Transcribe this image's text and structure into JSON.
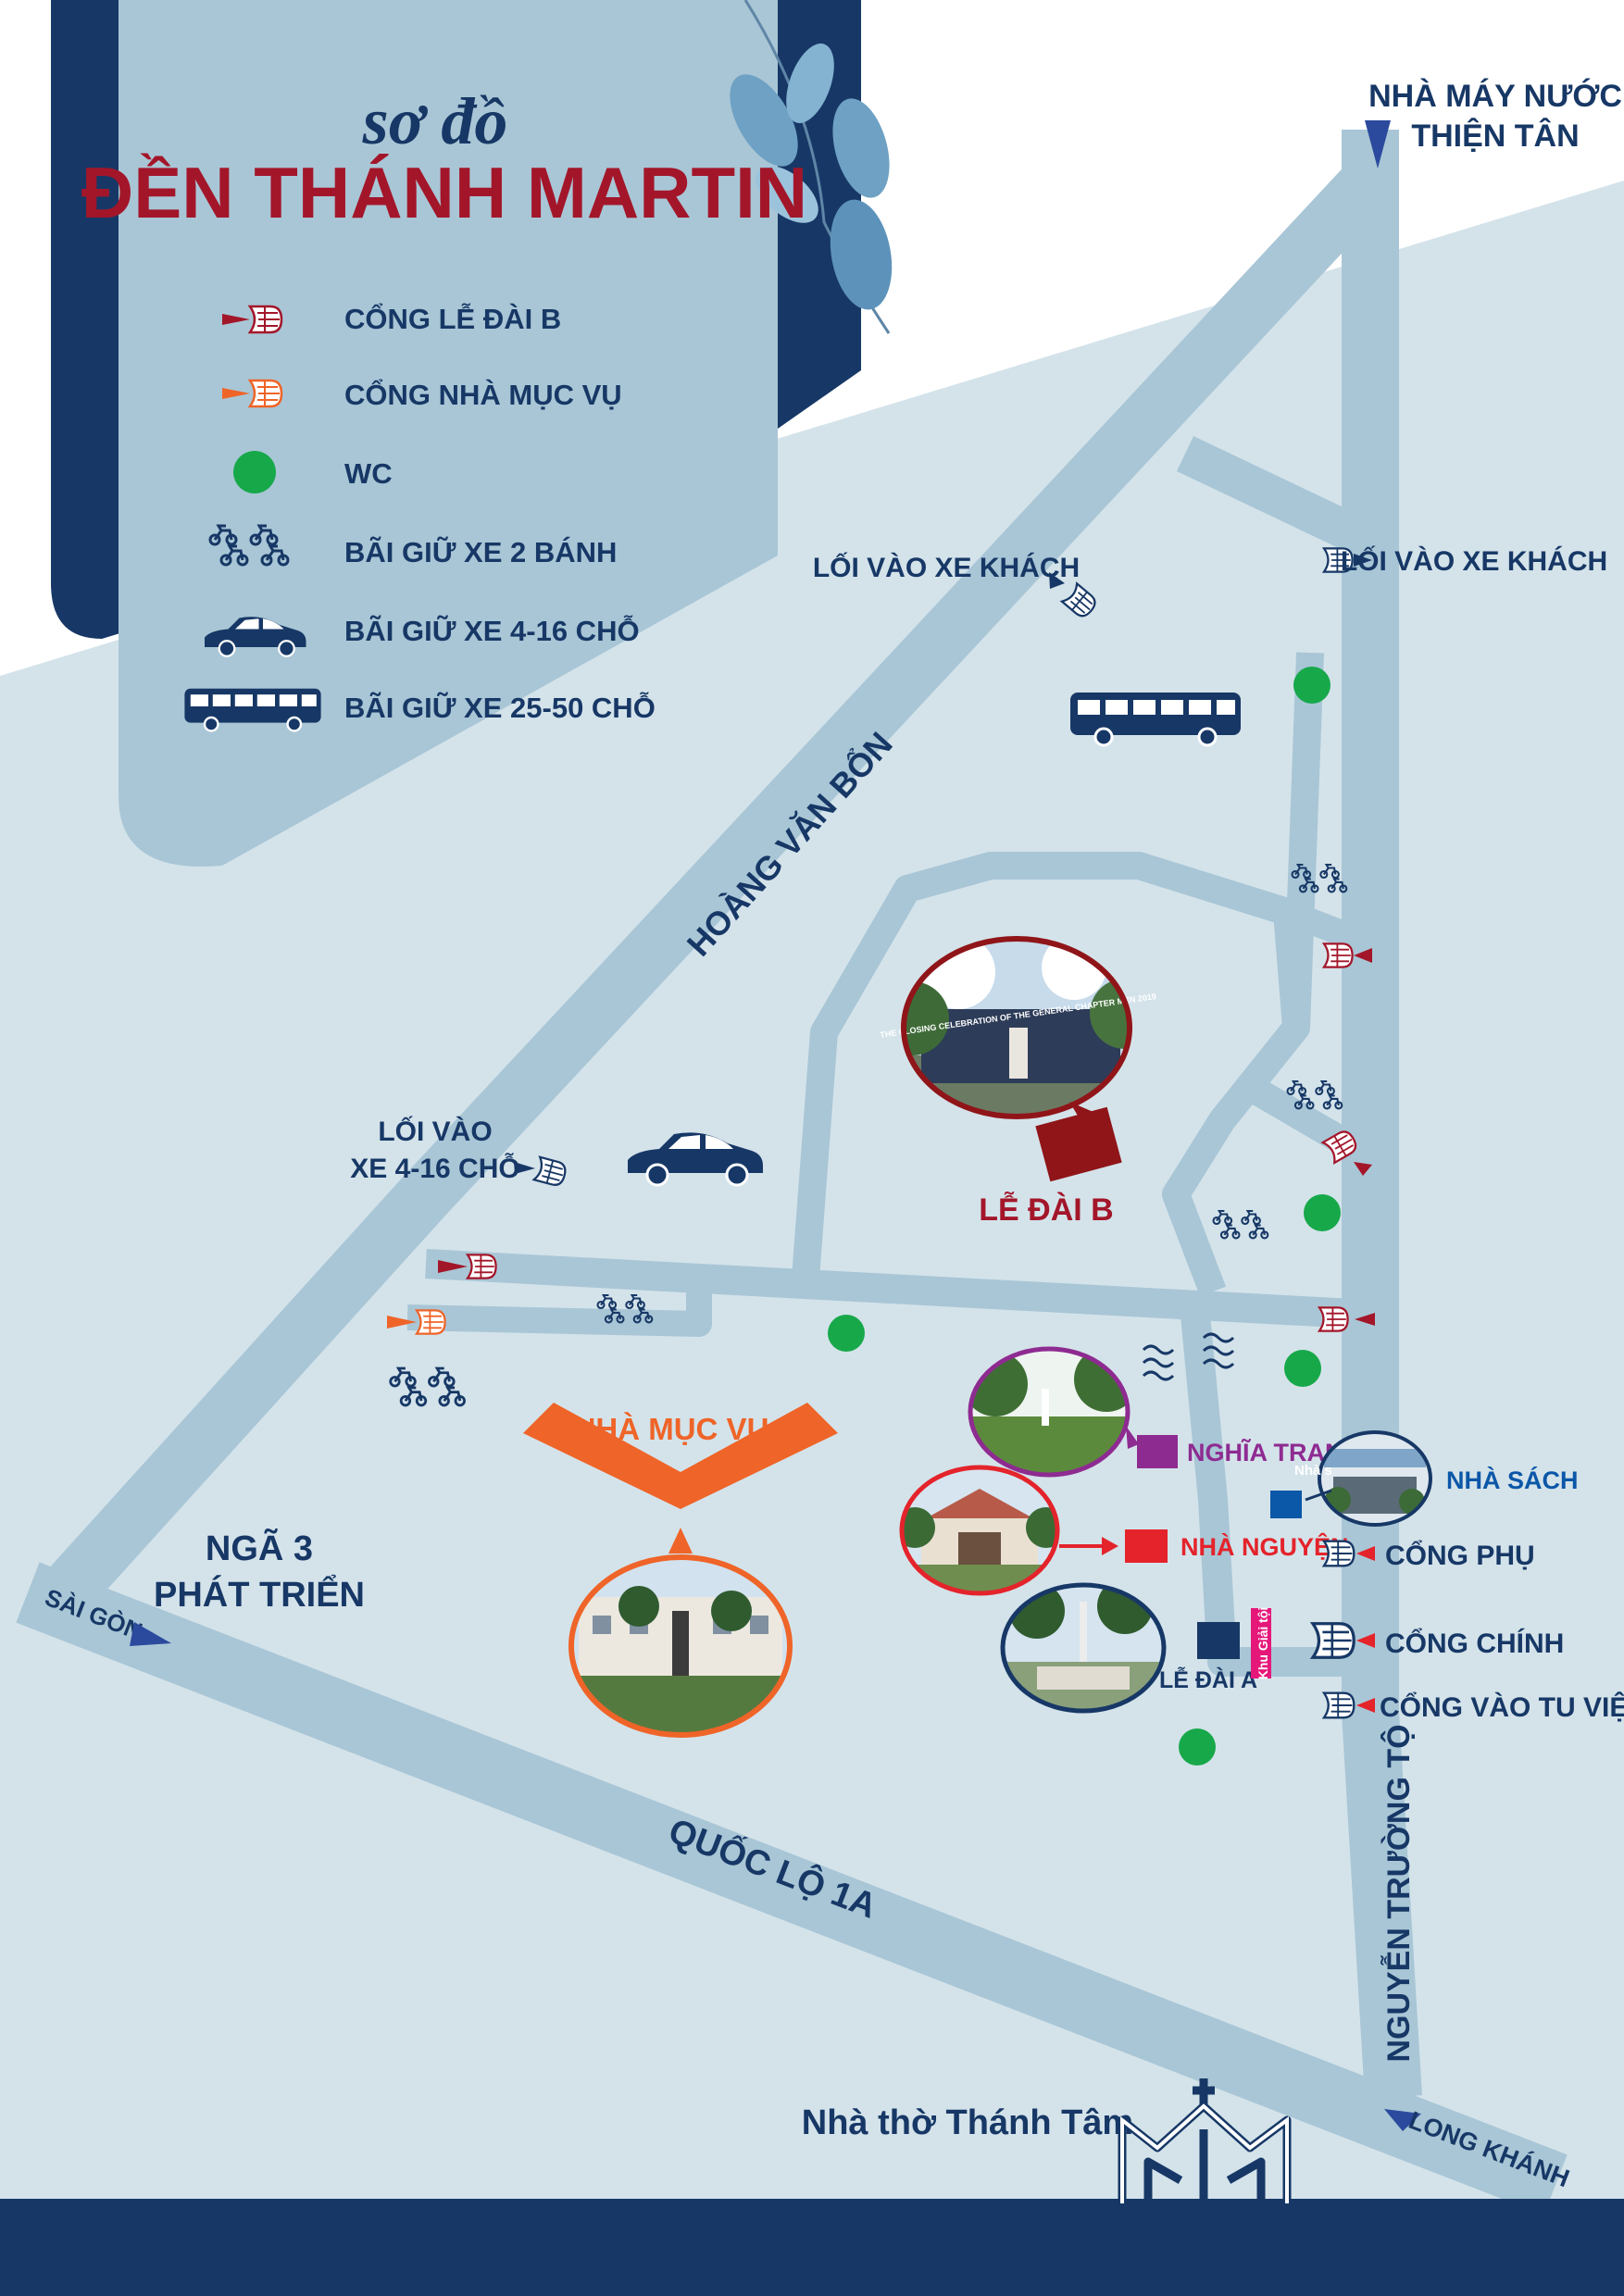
{
  "title": {
    "line1": "sơ đồ",
    "line2": "ĐỀN THÁNH MARTIN"
  },
  "legend": [
    {
      "label": "CỔNG LỄ ĐÀI B",
      "icon": "gate-le-dai-b-icon"
    },
    {
      "label": "CỔNG NHÀ MỤC VỤ",
      "icon": "gate-nha-muc-vu-icon"
    },
    {
      "label": "WC",
      "icon": "wc-dot-icon"
    },
    {
      "label": "BÃI GIỮ XE 2 BÁNH",
      "icon": "motorbike-icon"
    },
    {
      "label": "BÃI GIỮ XE 4-16 CHỖ",
      "icon": "car-icon"
    },
    {
      "label": "BÃI GIỮ XE 25-50 CHỖ",
      "icon": "bus-icon"
    }
  ],
  "roads": {
    "hoang_van_bon": "HOÀNG VĂN BỔN",
    "quoc_lo": "QUỐC LỘ 1A",
    "nguyen_truong_to": "NGUYỄN TRƯỜNG TỘ"
  },
  "destinations": {
    "nha_may_nuoc_1": "NHÀ MÁY NƯỚC",
    "nha_may_nuoc_2": "THIỆN TÂN",
    "sai_gon": "SÀI GÒN",
    "long_khanh": "LONG KHÁNH",
    "nga3_1": "NGÃ 3",
    "nga3_2": "PHÁT TRIỂN",
    "nha_tho": "Nhà thờ Thánh Tâm"
  },
  "entrances": {
    "bus_left": "LỐI VÀO XE KHÁCH",
    "bus_right": "LỐI VÀO XE KHÁCH",
    "car_1": "LỐI VÀO",
    "car_2": "XE 4-16 CHỖ"
  },
  "places": {
    "le_dai_b": "LỄ ĐÀI B",
    "nha_muc_vu": "NHÀ MỤC VỤ",
    "nghia_trang": "NGHĨA TRANG",
    "nha_sach": "NHÀ SÁCH",
    "nha_sach_small": "Nhà s",
    "nha_nguyen": "NHÀ NGUYỆN",
    "le_dai_a": "LỄ ĐÀI A",
    "khu_giai_toi": "Khu Giải tội"
  },
  "gates": {
    "cong_phu": "CỔNG PHỤ",
    "cong_chinh": "CỔNG CHÍNH",
    "cong_tu_vien": "CỔNG VÀO TU VIỆN"
  },
  "photo_banner": "THE CLOSING CELEBRATION OF THE GENERAL CHAPTER MEN 2019",
  "colors": {
    "navy": "#173866",
    "road": "#a9c6d6",
    "ground": "#d4e3ea",
    "legend_panel": "#a9c6d6",
    "crimson": "#a3162a",
    "orange": "#ef6428",
    "green": "#17a84a",
    "purple": "#8e2b91",
    "red": "#e4232b",
    "pink": "#e5187a",
    "blue": "#0b57a8",
    "dark_red": "#8f1519"
  }
}
